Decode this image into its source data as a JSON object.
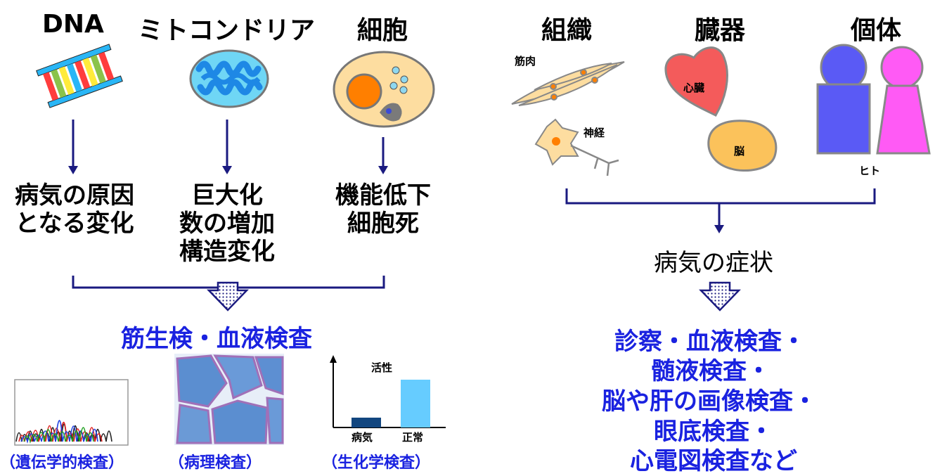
{
  "left": {
    "levels": [
      "DNA",
      "ミトコンドリア",
      "細胞"
    ],
    "changes": [
      "病気の原因\nとなる変化",
      "巨大化\n数の増加\n構造変化",
      "機能低下\n細胞死"
    ],
    "tests_heading": "筋生検・血液検査",
    "test_labels": [
      "（遺伝学的検査）",
      "（病理検査）",
      "（生化学検査）"
    ],
    "mini_chart": {
      "title": "活性",
      "bars": [
        "病気",
        "正常"
      ]
    }
  },
  "right": {
    "levels": [
      "組織",
      "臓器",
      "個体"
    ],
    "tissue_labels": [
      "筋肉",
      "神経"
    ],
    "organ_labels": [
      "心臓",
      "脳"
    ],
    "individual_label": "ヒト",
    "symptom": "病気の症状",
    "exams": [
      "診察・血液検査・",
      "髄液検査・",
      "脳や肝の画像検査・",
      "眼底検査・",
      "心電図検査など"
    ]
  },
  "colors": {
    "arrow": "#1a1a80",
    "test_text": "#1a22e0",
    "dna": "#29b6f6",
    "mito": "#1e88e5",
    "cell_body": "#fddda0",
    "nucleus": "#ff7f00",
    "heart": "#f45b5b",
    "brain": "#fbc25b",
    "person_blue": "#5a5af5",
    "person_pink": "#ff5af5",
    "bar_disease": "#12467f",
    "bar_normal": "#66ccff"
  }
}
